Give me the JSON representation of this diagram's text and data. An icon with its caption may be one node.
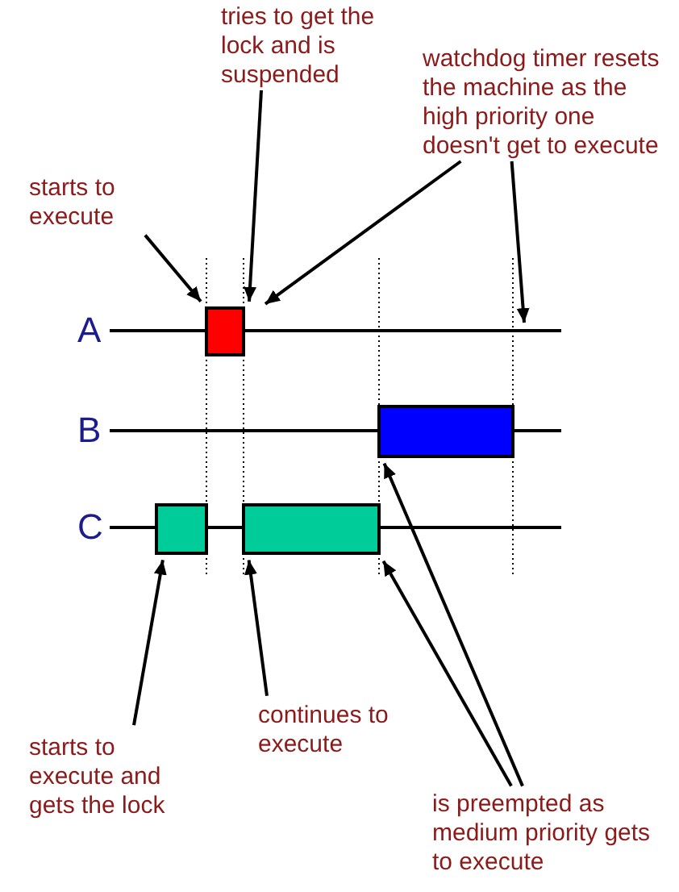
{
  "diagram": {
    "nodes": [
      {
        "text": [
          "tries to get the lock and is suspended"
        ]
      },
      {
        "text": [
          "watchdog timer resets the machine as the high priority one doesn't get to execute"
        ]
      },
      {
        "text": [
          "starts to execute"
        ]
      },
      {
        "text": [],
        "shape": "box"
      },
      {
        "text": [],
        "shape": "box"
      },
      {
        "text": [],
        "shape": "box"
      },
      {
        "text": [],
        "shape": "box"
      },
      {
        "text": [
          "starts to execute and gets the lock"
        ]
      },
      {
        "text": [
          "continues to execute"
        ]
      },
      {
        "text": [
          "is preempted as medium priority gets to execute"
        ]
      }
    ],
    "edges": [
      {
        "from": 2,
        "to": 3,
        "arrow": "to"
      },
      {
        "from": 0,
        "to": 3,
        "arrow": "to"
      },
      {
        "from": 1,
        "to": 3,
        "arrow": "to"
      },
      {
        "from": 1,
        "to": null,
        "arrow": "to"
      },
      {
        "from": 7,
        "to": 5,
        "arrow": "to"
      },
      {
        "from": 8,
        "to": 6,
        "arrow": "to"
      },
      {
        "from": 9,
        "to": 4,
        "arrow": "to"
      },
      {
        "from": 9,
        "to": 6,
        "arrow": "to"
      }
    ],
    "labels": [
      "A",
      "B",
      "C"
    ]
  }
}
